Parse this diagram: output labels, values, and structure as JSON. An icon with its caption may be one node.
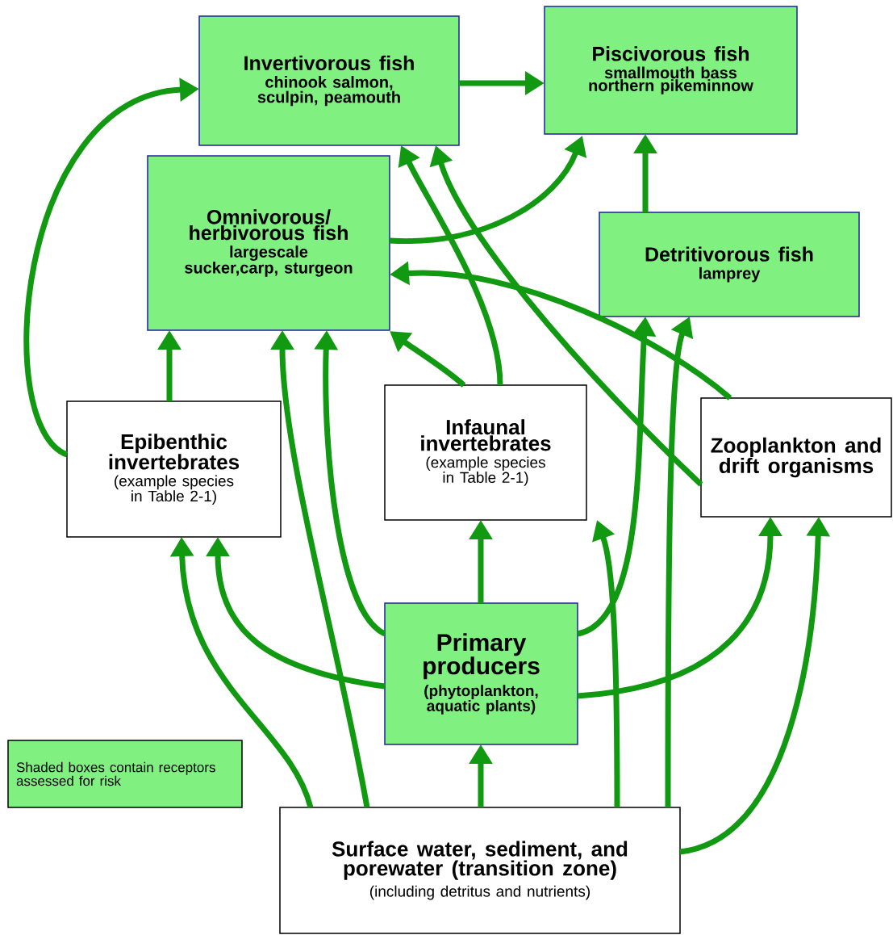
{
  "diagram": {
    "nodes": [
      {
        "text": [
          "Invertivorous fish",
          "chinook salmon, sculpin, peamouth"
        ]
      },
      {
        "text": [
          "Piscivorous fish",
          "smallmouth bass northern pikeminnow"
        ]
      },
      {
        "text": [
          "Omnivorous/ herbivorous fish",
          "largescale sucker,carp, sturgeon"
        ]
      },
      {
        "text": [
          "Detritivorous fish",
          "lamprey"
        ]
      },
      {
        "text": [
          "Epibenthic invertebrates",
          "(example species in Table 2-1)"
        ]
      },
      {
        "text": [
          "Infaunal invertebrates",
          "(example species in Table 2-1)"
        ]
      },
      {
        "text": [
          "Zooplankton and drift organisms"
        ]
      },
      {
        "text": [
          "Primary producers",
          "(phytoplankton, aquatic plants)"
        ]
      },
      {
        "text": [
          "Surface water, sediment, and porewater (transition zone)",
          "(including detritus and nutrients)"
        ]
      }
    ],
    "edges": [
      {
        "from": 0,
        "to": 1,
        "arrow": "to"
      },
      {
        "from": 2,
        "to": 1,
        "arrow": "to"
      },
      {
        "from": 3,
        "to": 1,
        "arrow": "to"
      },
      {
        "from": 4,
        "to": 0,
        "arrow": "to"
      },
      {
        "from": 4,
        "to": 2,
        "arrow": "to"
      },
      {
        "from": 5,
        "to": 2,
        "arrow": "to"
      },
      {
        "from": 5,
        "to": 0,
        "arrow": "to"
      },
      {
        "from": 6,
        "to": 0,
        "arrow": "to"
      },
      {
        "from": 6,
        "to": 2,
        "arrow": "to"
      },
      {
        "from": 7,
        "to": 2,
        "arrow": "to"
      },
      {
        "from": 7,
        "to": 5,
        "arrow": "to"
      },
      {
        "from": 7,
        "to": 3,
        "arrow": "to"
      },
      {
        "from": 7,
        "to": 4,
        "arrow": "to"
      },
      {
        "from": 7,
        "to": 6,
        "arrow": "to"
      },
      {
        "from": 8,
        "to": 7,
        "arrow": "to"
      },
      {
        "from": 8,
        "to": 4,
        "arrow": "to"
      },
      {
        "from": 8,
        "to": 2,
        "arrow": "to"
      },
      {
        "from": 8,
        "to": 5,
        "arrow": "to"
      },
      {
        "from": 8,
        "to": 3,
        "arrow": "to"
      },
      {
        "from": 8,
        "to": 6,
        "arrow": "to"
      }
    ],
    "legend": [
      {
        "text": "Shaded boxes contain receptors assessed for risk",
        "color": "#80f080"
      }
    ]
  }
}
